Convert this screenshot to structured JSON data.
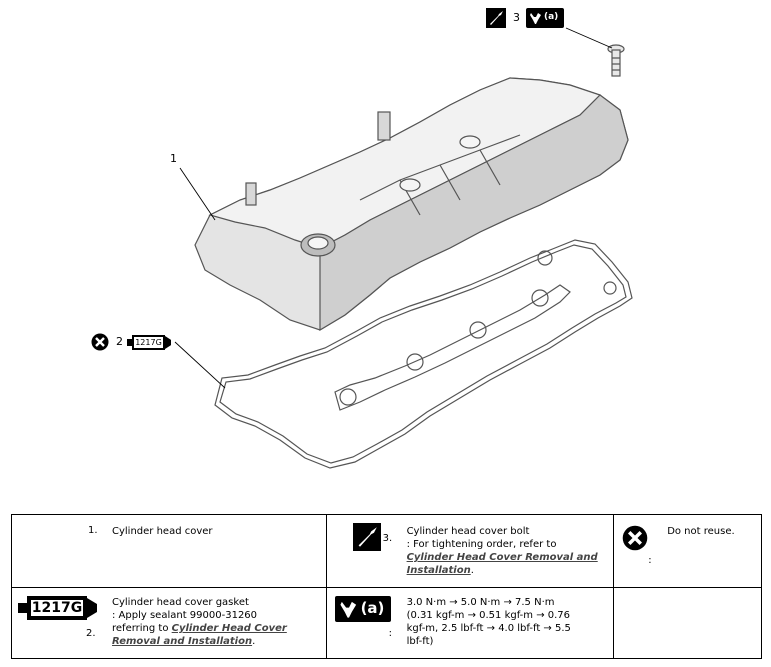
{
  "callouts": {
    "c1_num": "1",
    "c2_num": "2",
    "c3_num": "3",
    "sealant_code": "1217G",
    "torque_label": "(a)"
  },
  "legend": {
    "row1": {
      "c1_num": "1.",
      "c1_text": "Cylinder head cover",
      "c2_num": "3.",
      "c2_line1": "Cylinder head cover bolt",
      "c2_line2": ": For tightening order, refer to",
      "c2_link1": "Cylinder Head Cover Removal and",
      "c2_link2": "Installation",
      "c2_period": ".",
      "c3_colon": ":",
      "c3_text": "Do not reuse."
    },
    "row2": {
      "c1_code": "1217G",
      "c1_num": "2.",
      "c1_line1": "Cylinder head cover gasket",
      "c1_line2": ": Apply sealant 99000-31260",
      "c1_line3": "referring to",
      "c1_link1": "Cylinder Head Cover",
      "c1_link2": "Removal and Installation",
      "c1_period": ".",
      "c2_label": "(a)",
      "c2_colon": ":",
      "c2_line1": "3.0 N·m → 5.0 N·m → 7.5 N·m",
      "c2_line2": "(0.31 kgf-m → 0.51 kgf-m → 0.76",
      "c2_line3": "kgf-m, 2.5 lbf-ft → 4.0 lbf-ft → 5.5",
      "c2_line4": "lbf-ft)"
    }
  }
}
